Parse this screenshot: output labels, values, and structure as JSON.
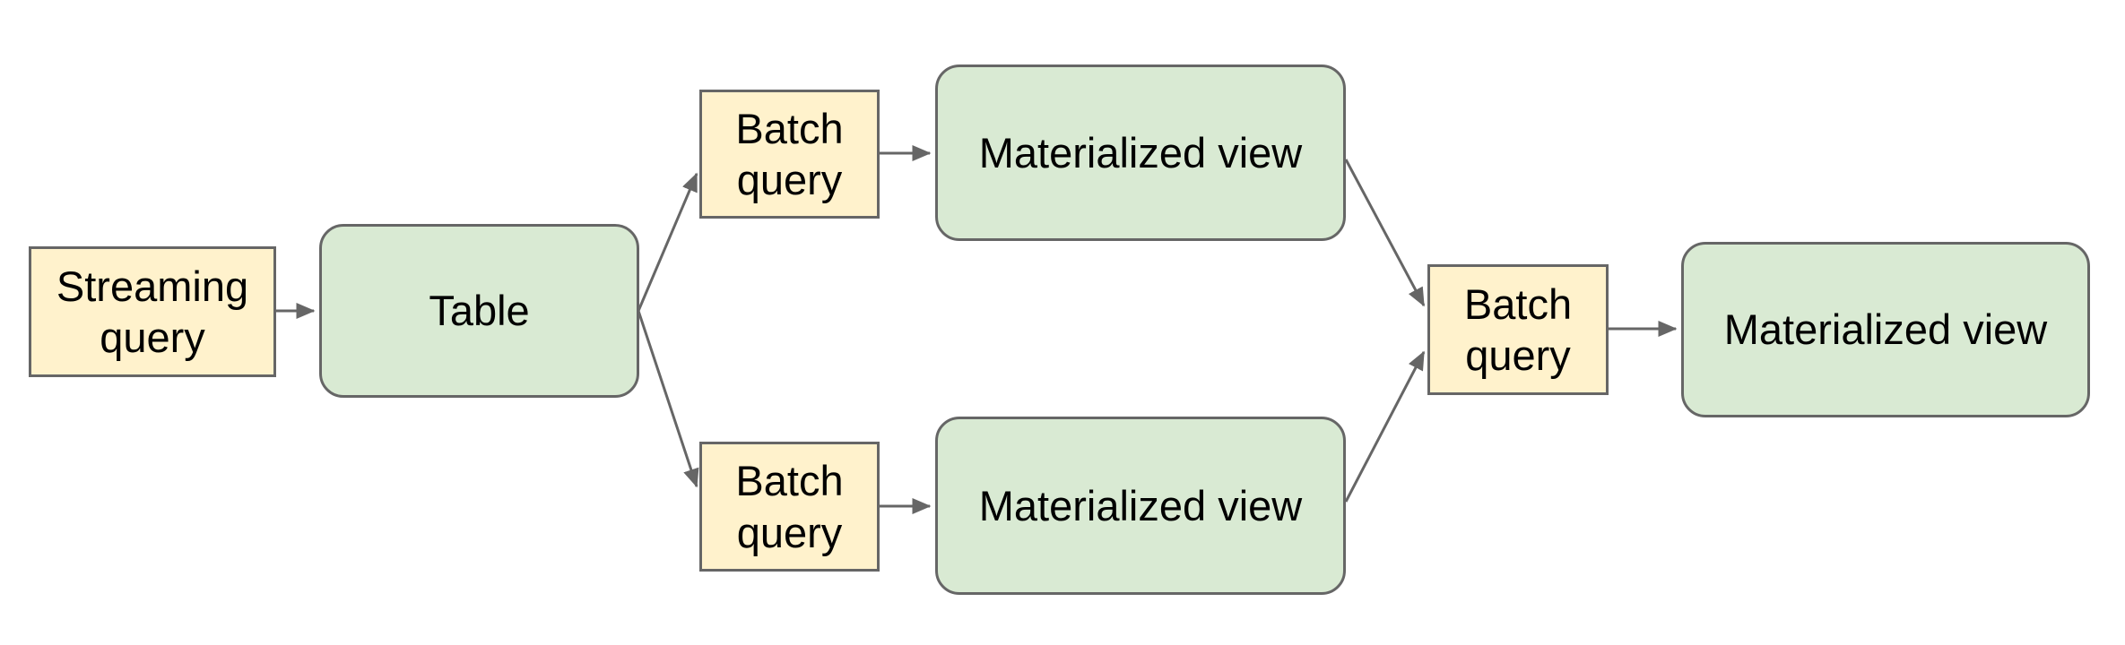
{
  "diagram": {
    "background": "#ffffff",
    "colors": {
      "query_fill": "#fff2cc",
      "view_fill": "#d9ead3",
      "node_border": "#666666",
      "arrow": "#666666",
      "text": "#000000"
    },
    "nodes": [
      {
        "id": "streaming-query",
        "type": "query",
        "label": "Streaming query"
      },
      {
        "id": "table",
        "type": "view",
        "label": "Table"
      },
      {
        "id": "batch-query-top",
        "type": "query",
        "label": "Batch query"
      },
      {
        "id": "materialized-view-top",
        "type": "view",
        "label": "Materialized view"
      },
      {
        "id": "batch-query-bottom",
        "type": "query",
        "label": "Batch query"
      },
      {
        "id": "materialized-view-bottom",
        "type": "view",
        "label": "Materialized view"
      },
      {
        "id": "batch-query-final",
        "type": "query",
        "label": "Batch query"
      },
      {
        "id": "materialized-view-final",
        "type": "view",
        "label": "Materialized view"
      }
    ],
    "edges": [
      {
        "from": "streaming-query",
        "to": "table"
      },
      {
        "from": "table",
        "to": "batch-query-top"
      },
      {
        "from": "table",
        "to": "batch-query-bottom"
      },
      {
        "from": "batch-query-top",
        "to": "materialized-view-top"
      },
      {
        "from": "batch-query-bottom",
        "to": "materialized-view-bottom"
      },
      {
        "from": "materialized-view-top",
        "to": "batch-query-final"
      },
      {
        "from": "materialized-view-bottom",
        "to": "batch-query-final"
      },
      {
        "from": "batch-query-final",
        "to": "materialized-view-final"
      }
    ]
  }
}
